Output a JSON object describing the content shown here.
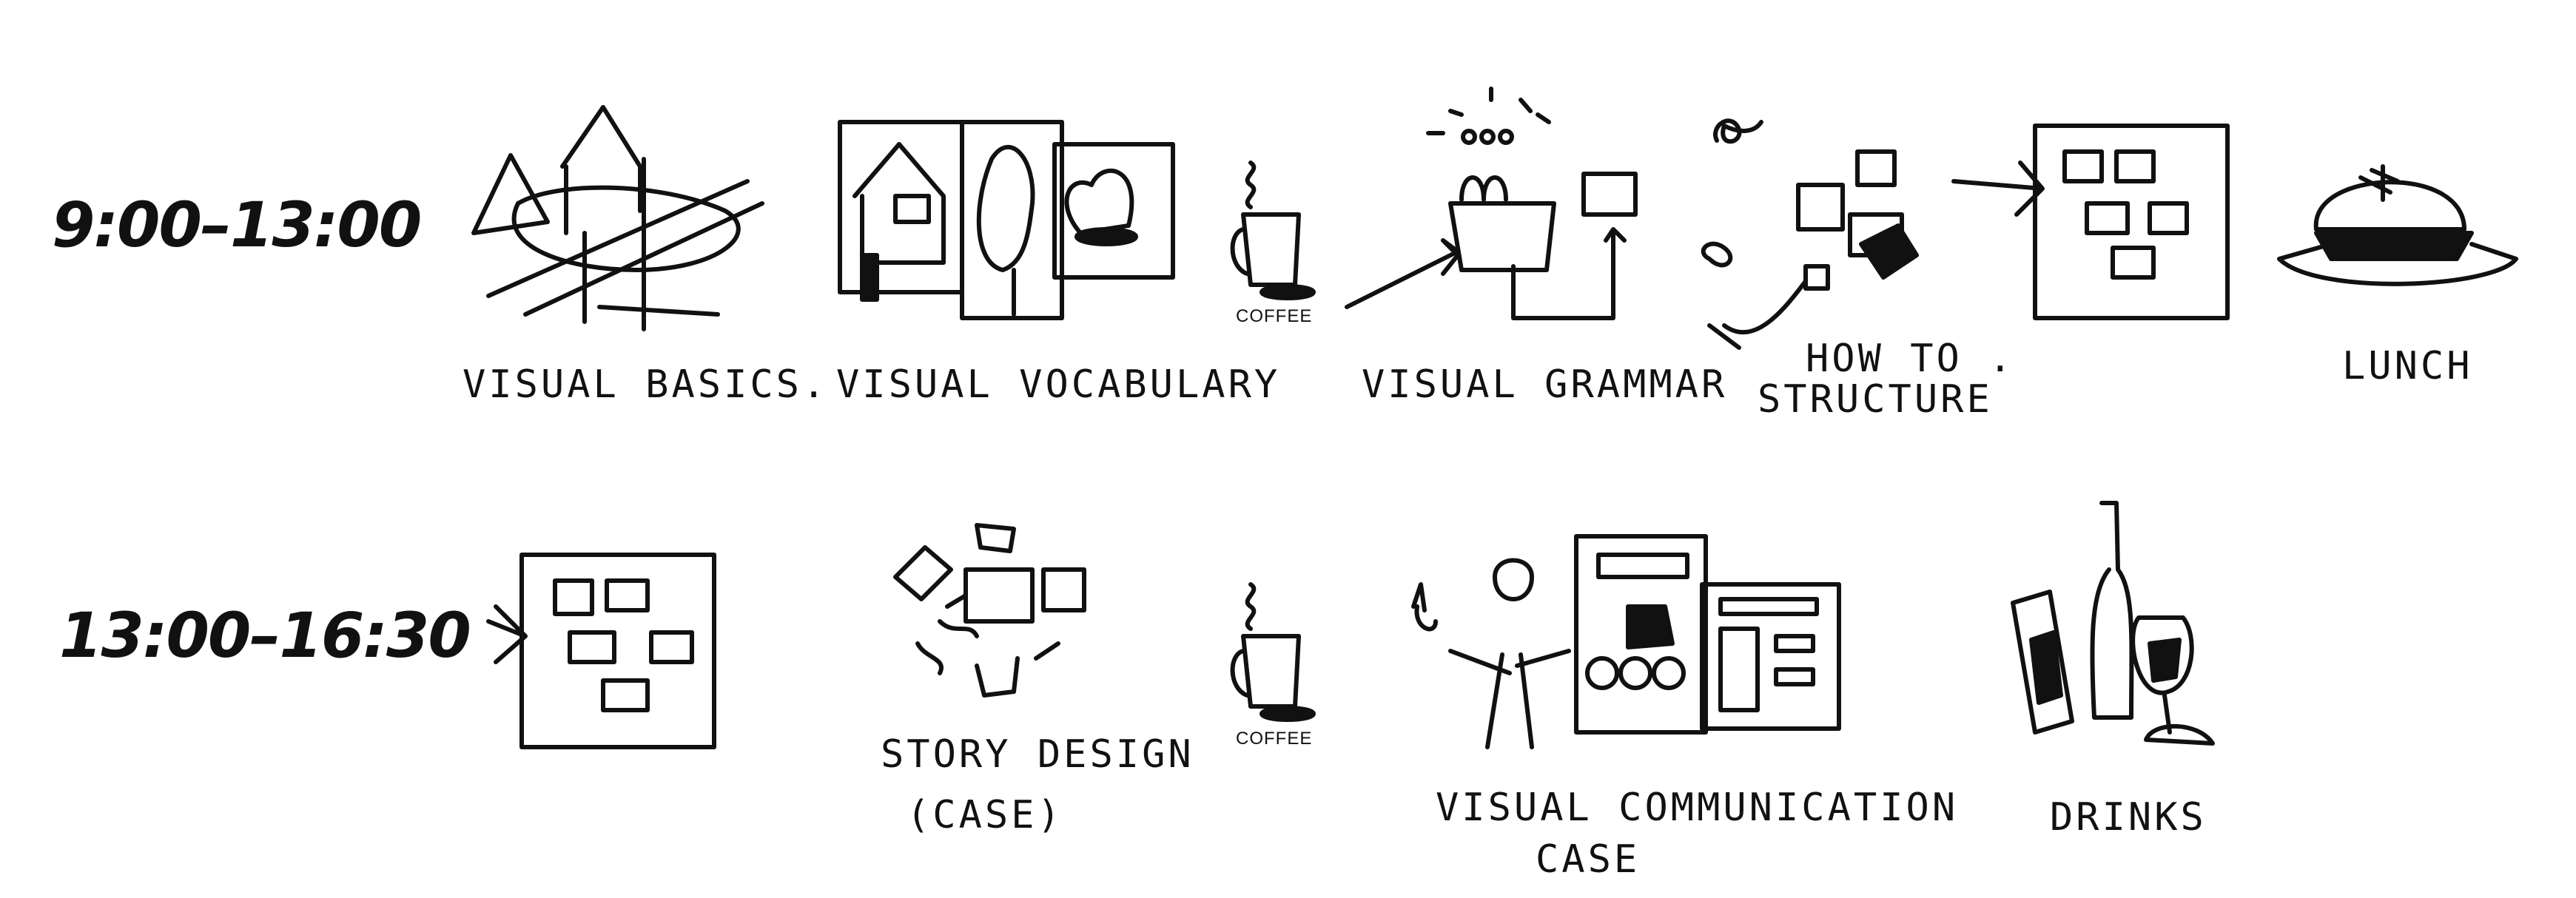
{
  "schedule": {
    "morning": {
      "time": "9:00–13:00",
      "items": [
        {
          "label": "VISUAL BASICS.",
          "icon": "shapes-house-sketch-icon"
        },
        {
          "label": "VISUAL VOCABULARY",
          "icon": "vocabulary-frames-icon"
        },
        {
          "label": "COFFEE",
          "icon": "coffee-cup-icon"
        },
        {
          "label": "VISUAL GRAMMAR",
          "icon": "grammar-pot-icon"
        },
        {
          "label_line1": "HOW TO .",
          "label_line2": "STRUCTURE",
          "icon": "structure-scatter-icon"
        },
        {
          "label": "",
          "icon": "board-notes-icon"
        },
        {
          "label": "LUNCH",
          "icon": "burger-icon"
        }
      ]
    },
    "afternoon": {
      "time": "13:00–16:30",
      "items": [
        {
          "label": "",
          "icon": "board-notes-icon"
        },
        {
          "label_line1": "STORY DESIGN",
          "label_line2": "(CASE)",
          "icon": "story-frames-icon"
        },
        {
          "label": "COFFEE",
          "icon": "coffee-cup-icon"
        },
        {
          "label_line1": "VISUAL COMMUNICATION",
          "label_line2": "CASE",
          "icon": "presenter-board-icon"
        },
        {
          "label": "DRINKS",
          "icon": "bottle-glass-icon"
        }
      ]
    }
  }
}
